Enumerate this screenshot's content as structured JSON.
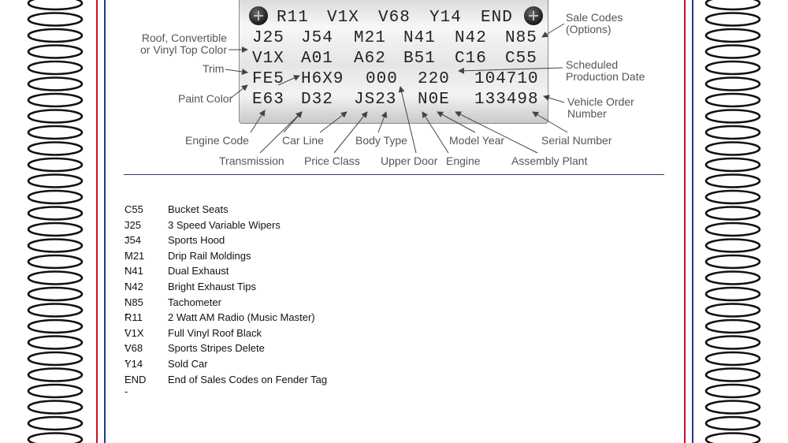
{
  "colors": {
    "stripe_red": "#c8102e",
    "stripe_blue": "#1f3b8a",
    "rule": "#2b3e6b",
    "coil": "#111111"
  },
  "tag": {
    "rows": [
      [
        "R11",
        "V1X",
        "V68",
        "Y14",
        "END"
      ],
      [
        "J25",
        "J54",
        "M21",
        "N41",
        "N42",
        "N85"
      ],
      [
        "V1X",
        "A01",
        "A62",
        "B51",
        "C16",
        "C55"
      ],
      [
        "FE5",
        "H6X9",
        "000",
        "220",
        "104710"
      ],
      [
        "E63",
        "D32",
        "JS23",
        "N0E",
        "133498"
      ]
    ]
  },
  "labels": {
    "roof_line1": "Roof, Convertible",
    "roof_line2": "or Vinyl Top Color",
    "trim": "Trim",
    "paint_color": "Paint Color",
    "sale_codes_line1": "Sale Codes",
    "sale_codes_line2": "(Options)",
    "scheduled_line1": "Scheduled",
    "scheduled_line2": "Production Date",
    "vehicle_order_line1": "Vehicle Order",
    "vehicle_order_line2": "Number",
    "engine_code": "Engine Code",
    "car_line": "Car Line",
    "body_type": "Body Type",
    "model_year": "Model Year",
    "serial_number": "Serial Number",
    "transmission": "Transmission",
    "price_class": "Price Class",
    "upper_door": "Upper Door",
    "engine": "Engine",
    "assembly_plant": "Assembly Plant"
  },
  "legend": [
    {
      "code": "C55 -",
      "desc": "Bucket Seats"
    },
    {
      "code": "J25 -",
      "desc": "3 Speed Variable Wipers"
    },
    {
      "code": "J54 -",
      "desc": "Sports Hood"
    },
    {
      "code": "M21 -",
      "desc": "Drip Rail Moldings"
    },
    {
      "code": "N41 -",
      "desc": "Dual Exhaust"
    },
    {
      "code": "N42 -",
      "desc": "Bright Exhaust Tips"
    },
    {
      "code": "N85 -",
      "desc": "Tachometer"
    },
    {
      "code": "R11 -",
      "desc": "2 Watt AM Radio (Music Master)"
    },
    {
      "code": "V1X -",
      "desc": "Full Vinyl Roof Black"
    },
    {
      "code": "V68 -",
      "desc": "Sports Stripes Delete"
    },
    {
      "code": "Y14 -",
      "desc": "Sold Car"
    },
    {
      "code": "END -",
      "desc": "End of Sales Codes on Fender Tag"
    }
  ]
}
